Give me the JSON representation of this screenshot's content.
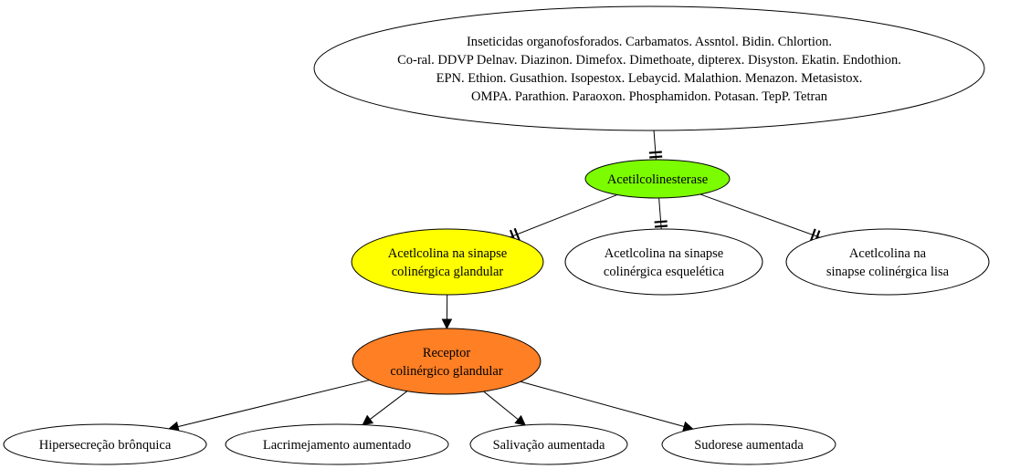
{
  "diagram": {
    "nodes": [
      {
        "id": "inseticidas",
        "lines": [
          "Inseticidas organofosforados. Carbamatos. Assntol. Bidin. Chlortion.",
          "Co-ral. DDVP Delnav. Diazinon. Dimefox. Dimethoate, dipterex. Disyston. Ekatin. Endothion.",
          "EPN. Ethion. Gusathion. Isopestox. Lebaycid. Malathion. Menazon. Metasistox.",
          "OMPA. Parathion. Paraoxon. Phosphamidon. Potasan. TepP. Tetran"
        ],
        "fill": "#ffffff"
      },
      {
        "id": "acetilcolinesterase",
        "lines": [
          "Acetilcolinesterase"
        ],
        "fill": "#7cfc00"
      },
      {
        "id": "sinapse-glandular",
        "lines": [
          "Acetlcolina na sinapse",
          "colinérgica glandular"
        ],
        "fill": "#ffff00"
      },
      {
        "id": "sinapse-esqueletica",
        "lines": [
          "Acetlcolina na sinapse",
          "colinérgica esquelética"
        ],
        "fill": "#ffffff"
      },
      {
        "id": "sinapse-lisa",
        "lines": [
          "Acetlcolina na",
          "sinapse colinérgica lisa"
        ],
        "fill": "#ffffff"
      },
      {
        "id": "receptor-glandular",
        "lines": [
          "Receptor",
          "colinérgico glandular"
        ],
        "fill": "#ff7f24"
      },
      {
        "id": "hipersecrecao",
        "lines": [
          "Hipersecreção brônquica"
        ],
        "fill": "#ffffff"
      },
      {
        "id": "lacrimejamento",
        "lines": [
          "Lacrimejamento aumentado"
        ],
        "fill": "#ffffff"
      },
      {
        "id": "salivacao",
        "lines": [
          "Salivação aumentada"
        ],
        "fill": "#ffffff"
      },
      {
        "id": "sudorese",
        "lines": [
          "Sudorese aumentada"
        ],
        "fill": "#ffffff"
      }
    ],
    "edges": [
      {
        "from": "inseticidas",
        "to": "acetilcolinesterase",
        "head": "tee"
      },
      {
        "from": "acetilcolinesterase",
        "to": "sinapse-glandular",
        "head": "tee"
      },
      {
        "from": "acetilcolinesterase",
        "to": "sinapse-esqueletica",
        "head": "tee"
      },
      {
        "from": "acetilcolinesterase",
        "to": "sinapse-lisa",
        "head": "tee"
      },
      {
        "from": "sinapse-glandular",
        "to": "receptor-glandular",
        "head": "arrow"
      },
      {
        "from": "receptor-glandular",
        "to": "hipersecrecao",
        "head": "arrow"
      },
      {
        "from": "receptor-glandular",
        "to": "lacrimejamento",
        "head": "arrow"
      },
      {
        "from": "receptor-glandular",
        "to": "salivacao",
        "head": "arrow"
      },
      {
        "from": "receptor-glandular",
        "to": "sudorese",
        "head": "arrow"
      }
    ]
  }
}
